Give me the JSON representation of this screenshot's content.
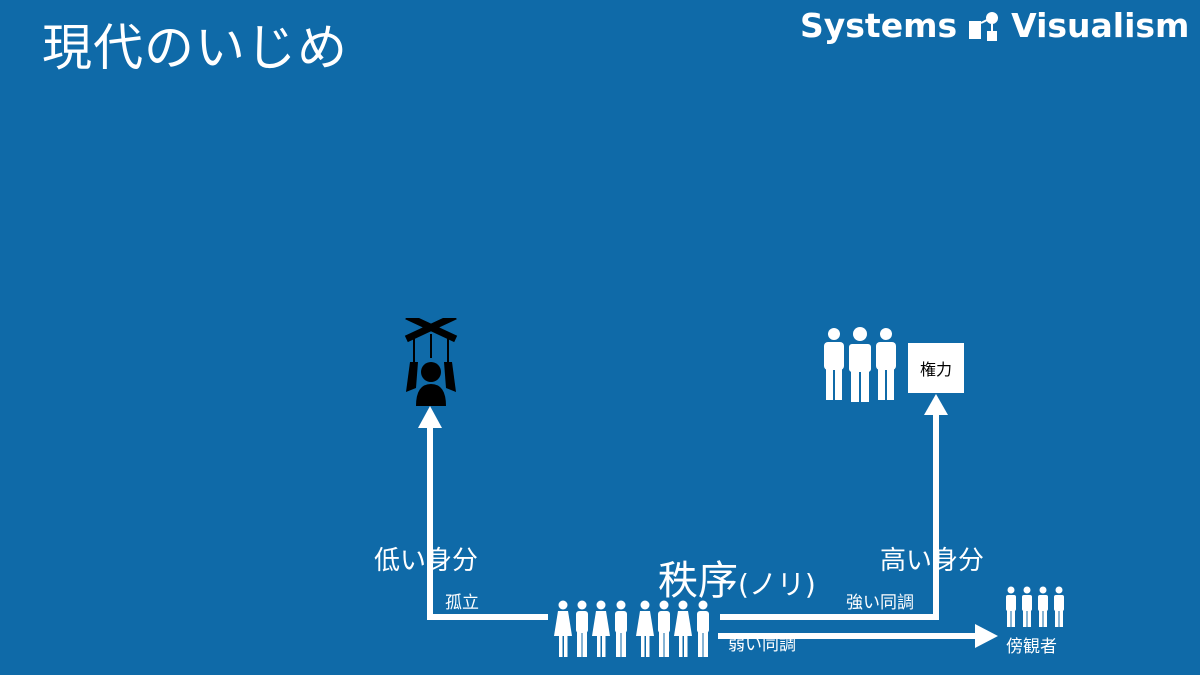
{
  "title": "現代のいじめ",
  "brand": {
    "left": "Systems",
    "right": "Visualism",
    "icon": "systems-visualism-logo"
  },
  "diagram": {
    "center_label": "秩序",
    "center_sub": "(ノリ)",
    "left_top_label": "低い身分",
    "left_bottom_label": "孤立",
    "right_top_label": "高い身分",
    "right_bottom_label": "強い同調",
    "weak_label": "弱い同調",
    "bystander_label": "傍観者",
    "power_label": "権力",
    "icons": [
      "puppet-icon",
      "group-icon",
      "crowd-icon",
      "bystanders-icon"
    ]
  },
  "colors": {
    "background": "#0f6aa8",
    "foreground": "#ffffff"
  }
}
